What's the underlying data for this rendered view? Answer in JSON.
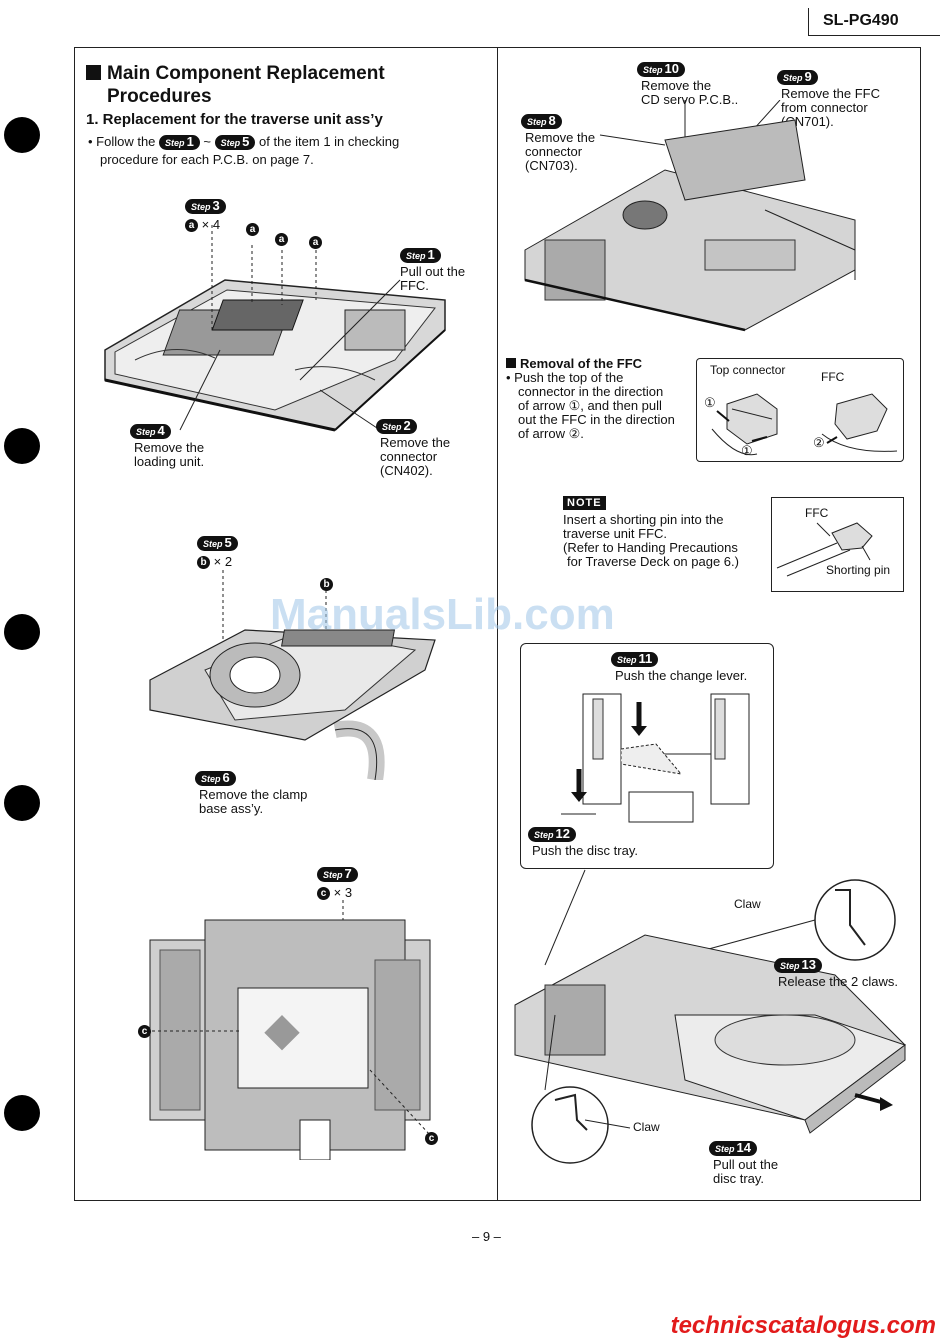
{
  "header": {
    "model": "SL-PG490"
  },
  "left": {
    "title_line1": "Main Component Replacement",
    "title_line2": "Procedures",
    "subtitle": "1. Replacement for the traverse unit ass’y",
    "intro_pre": "• Follow the",
    "intro_step_a": "1",
    "intro_tilde": "~",
    "intro_step_b": "5",
    "intro_post": "of the item 1 in checking",
    "intro_line2": "procedure for each P.C.B. on page 7.",
    "step_word": "Step",
    "fig1": {
      "step3_num": "3",
      "step3_qty": "× 4",
      "screw_a": "a",
      "step1_num": "1",
      "step1_l1": "Pull out the",
      "step1_l2": "FFC.",
      "step4_num": "4",
      "step4_l1": "Remove the",
      "step4_l2": "loading unit.",
      "step2_num": "2",
      "step2_l1": "Remove the",
      "step2_l2": "connector",
      "step2_l3": "(CN402)."
    },
    "fig2": {
      "step5_num": "5",
      "step5_qty": "× 2",
      "screw_b": "b",
      "step6_num": "6",
      "step6_l1": "Remove the clamp",
      "step6_l2": "base ass’y."
    },
    "fig3": {
      "step7_num": "7",
      "step7_qty": "× 3",
      "screw_c": "c"
    }
  },
  "right": {
    "fig1": {
      "step10_num": "10",
      "step10_l1": "Remove the",
      "step10_l2": "CD servo P.C.B..",
      "step9_num": "9",
      "step9_l1": "Remove the FFC",
      "step9_l2": "from connector",
      "step9_l3": "(CN701).",
      "step8_num": "8",
      "step8_l1": "Remove the",
      "step8_l2": "connector",
      "step8_l3": "(CN703)."
    },
    "ffc": {
      "heading": "Removal of the FFC",
      "l1": "• Push the top of the",
      "l2": "connector in the direction",
      "l3": "of arrow ①, and then pull",
      "l4": "out the FFC in the direction",
      "l5": "of arrow ②.",
      "box_label1": "Top connector",
      "box_label2": "FFC",
      "mark1": "①",
      "mark1b": "①",
      "mark2": "②"
    },
    "note": {
      "badge": "NOTE",
      "l1": "Insert a shorting pin into the",
      "l2": "traverse unit FFC.",
      "l3": "(Refer to Handing Precautions",
      "l4": "for Traverse Deck on page 6.)",
      "box_ffc": "FFC",
      "box_pin": "Shorting pin"
    },
    "fig2": {
      "step11_num": "11",
      "step11_l1": "Push the change lever.",
      "step12_num": "12",
      "step12_l1": "Push the disc tray."
    },
    "fig3": {
      "claw_top": "Claw",
      "step13_num": "13",
      "step13_l1": "Release the 2 claws.",
      "claw_bottom": "Claw",
      "step14_num": "14",
      "step14_l1": "Pull out the",
      "step14_l2": "disc tray."
    }
  },
  "page_number": "– 9 –",
  "watermark": "ManualsLib.com",
  "footer_link": "technicscatalogus.com"
}
